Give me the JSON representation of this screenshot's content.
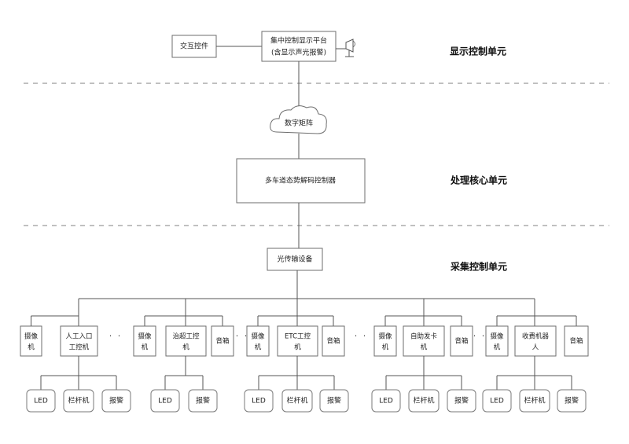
{
  "top": {
    "interactive_control": "交互控件",
    "display_platform_line1": "集中控制显示平台",
    "display_platform_line2": "(含显示声光报警)"
  },
  "units": {
    "display": "显示控制单元",
    "processing": "处理核心单元",
    "acquisition": "采集控制单元"
  },
  "matrix": "数字矩阵",
  "controller": "多车道态势解码控制器",
  "optical": "光传输设备",
  "groups": [
    {
      "camera": [
        "摄像",
        "机"
      ],
      "main": [
        "人工入口",
        "工控机"
      ],
      "speaker": null,
      "leaves": [
        "LED",
        "栏杆机",
        "报警"
      ]
    },
    {
      "camera": [
        "摄像",
        "机"
      ],
      "main": [
        "治超工控",
        "机"
      ],
      "speaker": "音箱",
      "leaves": [
        "LED",
        "报警"
      ]
    },
    {
      "camera": [
        "摄像",
        "机"
      ],
      "main": [
        "ETC工控",
        "机"
      ],
      "speaker": "音箱",
      "leaves": [
        "LED",
        "栏杆机",
        "报警"
      ]
    },
    {
      "camera": [
        "摄像",
        "机"
      ],
      "main": [
        "自助发卡",
        "机"
      ],
      "speaker": "音箱",
      "leaves": [
        "LED",
        "栏杆机",
        "报警"
      ]
    },
    {
      "camera": [
        "摄像",
        "机"
      ],
      "main": [
        "收费机器",
        "人"
      ],
      "speaker": "音箱",
      "leaves": [
        "LED",
        "栏杆机",
        "报警"
      ]
    }
  ],
  "ellipsis": "· ·"
}
